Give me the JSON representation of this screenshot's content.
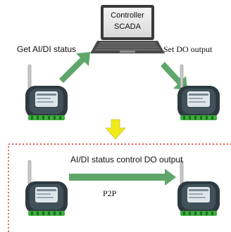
{
  "controller": {
    "line1": "Controller",
    "line2": "SCADA"
  },
  "labels": {
    "get_status": "Get AI/DI status",
    "set_output": "Set DO output",
    "p2p_caption": "AI/DI status control DO output",
    "p2p": "P2P"
  },
  "colors": {
    "arrow_green": "#5fa66a",
    "arrow_yellow": "#f2ea1a",
    "dashed_border": "#e02020",
    "device_body": "#2f3a40",
    "device_face": "#40515a"
  }
}
